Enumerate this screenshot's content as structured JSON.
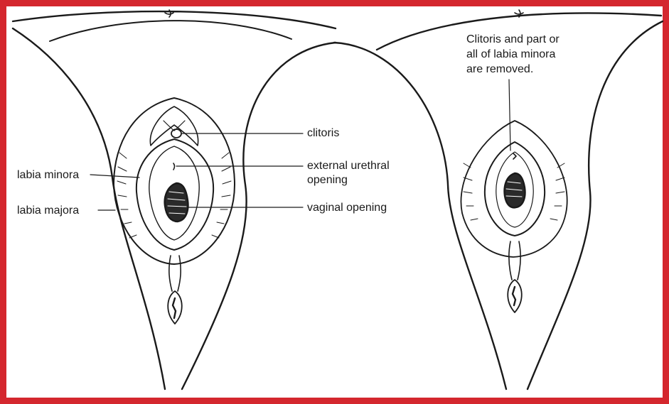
{
  "colors": {
    "border": "#d4272e",
    "ink": "#1a1a1a",
    "background": "#ffffff"
  },
  "left_panel": {
    "labels": {
      "clitoris": "clitoris",
      "urethral_line1": "external urethral",
      "urethral_line2": "opening",
      "vaginal": "vaginal opening",
      "labia_minora": "labia minora",
      "labia_majora": "labia majora"
    }
  },
  "right_panel": {
    "caption_line1": "Clitoris and part or",
    "caption_line2": "all of labia minora",
    "caption_line3": "are removed."
  }
}
